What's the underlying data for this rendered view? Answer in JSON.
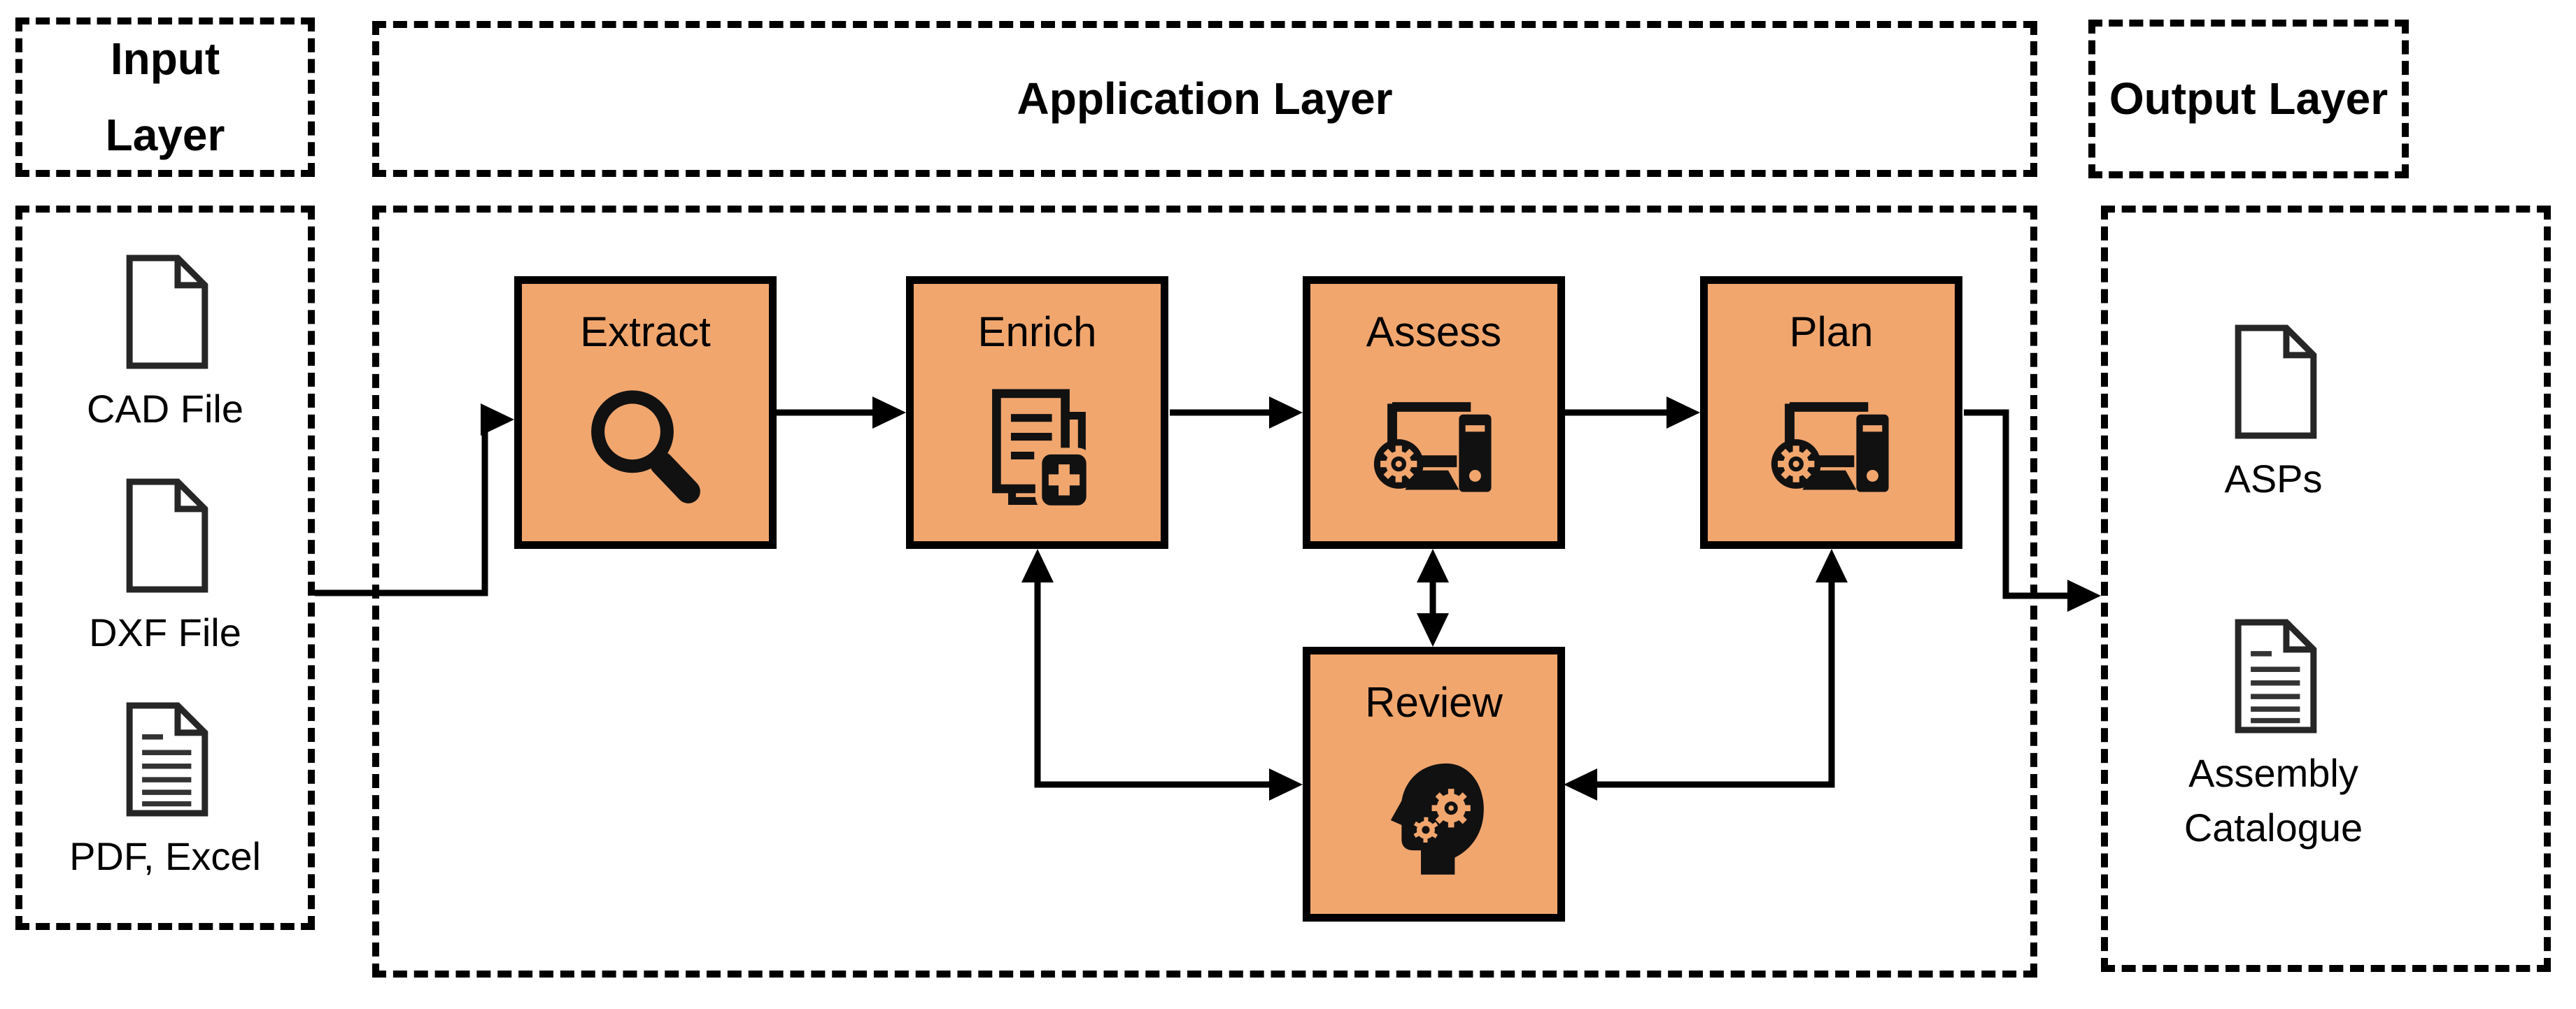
{
  "colors": {
    "process_fill": "#F1A66E",
    "line": "#000000",
    "background": "#FFFFFF"
  },
  "layers": {
    "input": {
      "title": "Input Layer",
      "items": [
        {
          "label": "CAD File",
          "icon": "blank-file-icon"
        },
        {
          "label": "DXF File",
          "icon": "blank-file-icon"
        },
        {
          "label": "PDF, Excel",
          "icon": "lines-file-icon"
        }
      ]
    },
    "application": {
      "title": "Application Layer",
      "steps": [
        {
          "label": "Extract",
          "icon": "magnifier-icon"
        },
        {
          "label": "Enrich",
          "icon": "document-add-icon"
        },
        {
          "label": "Assess",
          "icon": "computer-gear-icon"
        },
        {
          "label": "Plan",
          "icon": "computer-gear-icon"
        }
      ],
      "review": {
        "label": "Review",
        "icon": "head-gears-icon"
      }
    },
    "output": {
      "title": "Output Layer",
      "items": [
        {
          "label": "ASPs",
          "icon": "blank-file-icon"
        },
        {
          "label": "Assembly Catalogue",
          "icon": "lines-file-icon"
        }
      ]
    }
  }
}
